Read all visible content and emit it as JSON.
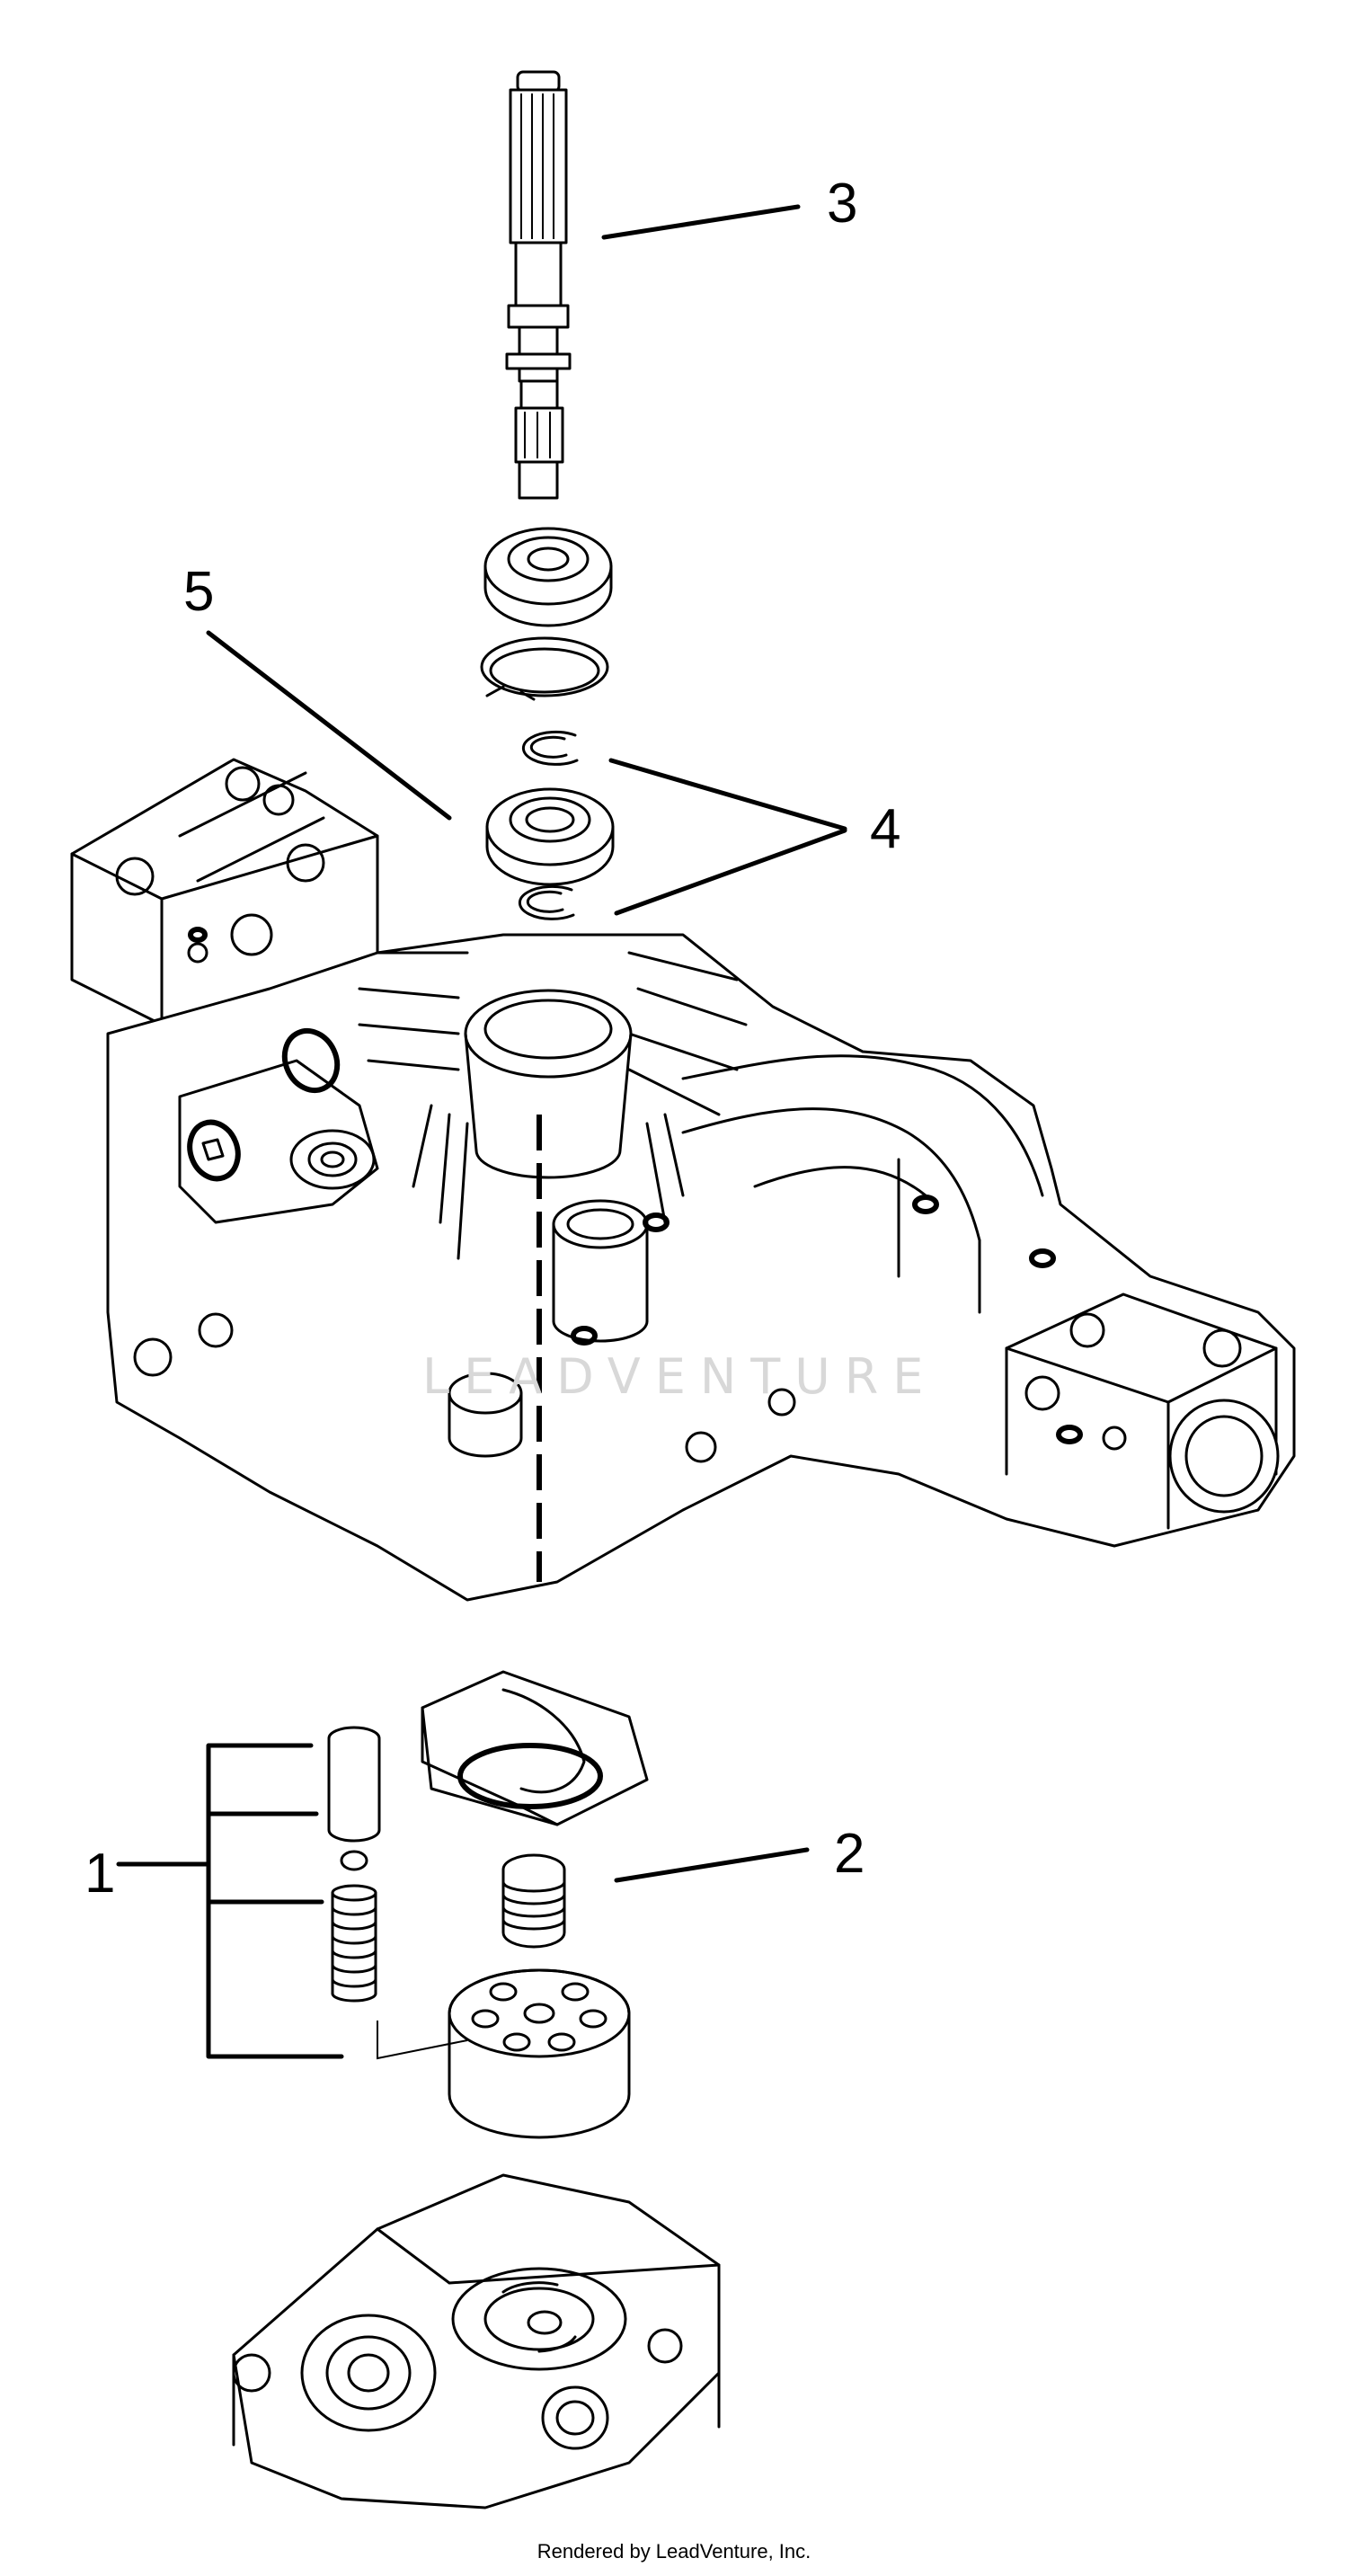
{
  "callouts": [
    {
      "number": "1",
      "part": "check-valve-assembly"
    },
    {
      "number": "2",
      "part": "block-spring"
    },
    {
      "number": "3",
      "part": "input-shaft"
    },
    {
      "number": "4",
      "part": "retaining-rings"
    },
    {
      "number": "5",
      "part": "bearing"
    }
  ],
  "watermark": "LEADVENTURE",
  "footer": "Rendered by LeadVenture, Inc."
}
